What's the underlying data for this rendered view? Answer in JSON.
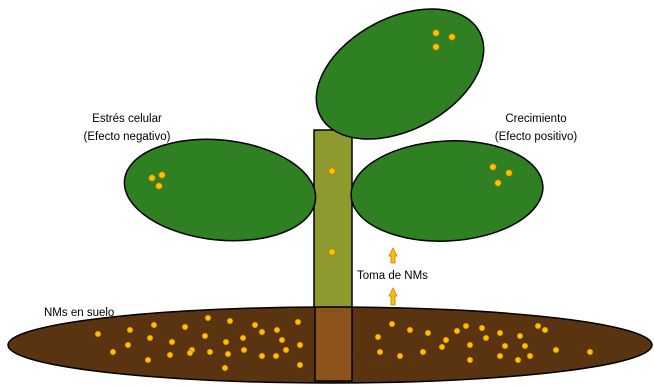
{
  "labels": {
    "left_line1": "Estrés celular",
    "left_line2": "(Efecto negativo)",
    "right_line1": "Crecimiento",
    "right_line2": "(Efecto positivo)",
    "uptake": "Toma de NMs",
    "soil": "NMs en suelo"
  },
  "colors": {
    "soil": "#5a3410",
    "root": "#8c531b",
    "stem": "#8f9a2e",
    "leaf": "#2f7f23",
    "particle": "#ffc000",
    "particle_outline": "#c07a00",
    "arrow": "#ffc000",
    "outline": "#000000"
  }
}
